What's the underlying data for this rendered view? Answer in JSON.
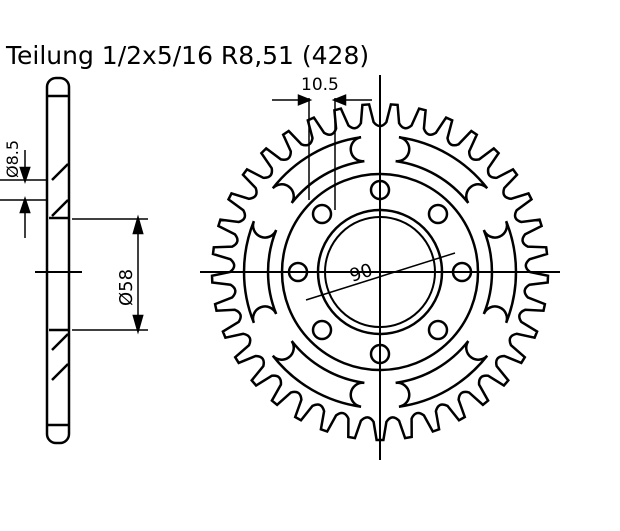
{
  "title": "Teilung 1/2x5/16 R8,51 (428)",
  "dimensions": {
    "tooth_width": "10.5",
    "hole_diameter": "Ø8.5",
    "bore_diameter": "Ø58",
    "bolt_circle": "90"
  },
  "colors": {
    "ink": "#000000",
    "paper": "#ffffff"
  }
}
